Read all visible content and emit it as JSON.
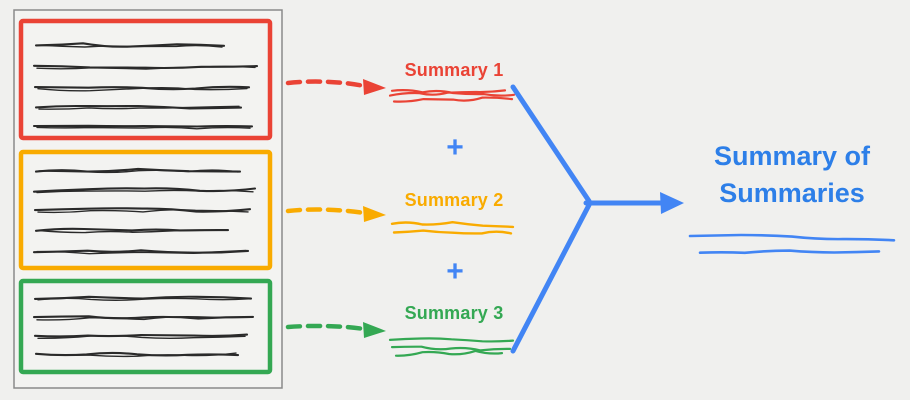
{
  "diagram": {
    "colors": {
      "background": "#f0f0ee",
      "ink": "#2a2a2a",
      "doc_border": "#8a8a8a",
      "red": "#EA4335",
      "orange": "#F9AB00",
      "green": "#34A853",
      "blue": "#4285F4",
      "title_blue": "#2D7FE8"
    },
    "document": {
      "chunks": [
        {
          "name": "chunk-1",
          "color": "#EA4335",
          "text_lines": 5
        },
        {
          "name": "chunk-2",
          "color": "#F9AB00",
          "text_lines": 5
        },
        {
          "name": "chunk-3",
          "color": "#34A853",
          "text_lines": 4
        }
      ]
    },
    "summaries": [
      {
        "label": "Summary 1",
        "color": "#EA4335"
      },
      {
        "label": "Summary 2",
        "color": "#F9AB00"
      },
      {
        "label": "Summary 3",
        "color": "#34A853"
      }
    ],
    "plus_sign": "+",
    "title": {
      "line1": "Summary of",
      "line2": "Summaries"
    }
  }
}
